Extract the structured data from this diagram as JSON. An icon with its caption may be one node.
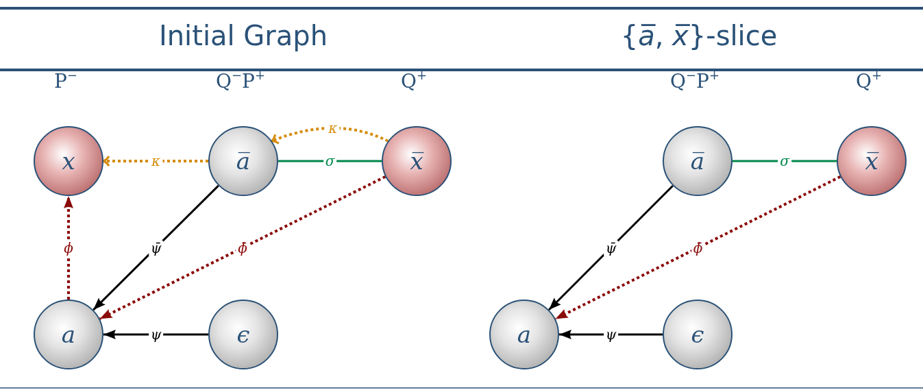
{
  "diagram": {
    "nodes": [
      {
        "text": [
          "x"
        ],
        "beside": [
          "P$^{−}$"
        ]
      },
      {
        "text": [
          "a̅"
        ],
        "beside": [
          "Q$^{−}$P$^{+}$"
        ]
      },
      {
        "text": [
          "x̅"
        ],
        "beside": [
          "Q$^{+}$"
        ]
      },
      {
        "text": [
          "a"
        ]
      },
      {
        "text": [
          "ϵ"
        ]
      },
      {
        "text": [
          "a̅"
        ],
        "beside": [
          "Q$^{−}$P$^{+}$"
        ]
      },
      {
        "text": [
          "x̅"
        ],
        "beside": [
          "Q$^{+}$"
        ]
      },
      {
        "text": [
          "a"
        ]
      },
      {
        "text": [
          "ϵ"
        ]
      }
    ],
    "edges": [
      {
        "from": 1,
        "to": 0,
        "arrow": "to",
        "label": "κ",
        "style": "dashed",
        "color": "#d48c0a"
      },
      {
        "from": 2,
        "to": 1,
        "arrow": "to",
        "label": "κ",
        "style": "dashed",
        "color": "#d48c0a"
      },
      {
        "from": 1,
        "to": 2,
        "arrow": "none",
        "label": "σ",
        "color": "#00884a"
      },
      {
        "from": 1,
        "to": 3,
        "arrow": "to",
        "label": "ψ̄"
      },
      {
        "from": 2,
        "to": 3,
        "arrow": "to",
        "label": "ϕ̄",
        "style": "dashed",
        "color": "#8b0a0a"
      },
      {
        "from": 3,
        "to": 0,
        "arrow": "to",
        "label": "ϕ",
        "style": "dashed",
        "color": "#8b0a0a"
      },
      {
        "from": 4,
        "to": 3,
        "arrow": "to",
        "label": "ψ"
      },
      {
        "from": 5,
        "to": 6,
        "arrow": "none",
        "label": "σ",
        "color": "#00884a"
      },
      {
        "from": 5,
        "to": 7,
        "arrow": "to",
        "label": "ψ̄"
      },
      {
        "from": 6,
        "to": 7,
        "arrow": "to",
        "label": "ϕ̄",
        "style": "dashed",
        "color": "#8b0a0a"
      },
      {
        "from": 8,
        "to": 7,
        "arrow": "to",
        "label": "ψ"
      }
    ],
    "labels": [
      "Initial Graph",
      "{*a̅*, *x̅*}-slice"
    ]
  }
}
